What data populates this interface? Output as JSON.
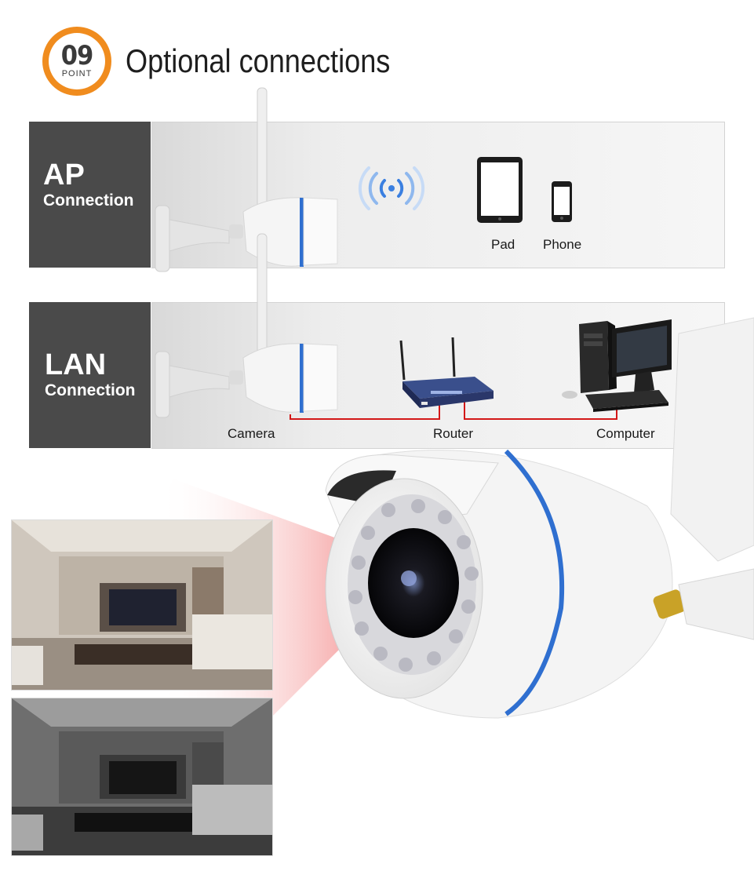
{
  "header": {
    "badge_number": "09",
    "badge_word": "POINT",
    "title": "Optional connections"
  },
  "ap": {
    "title": "AP",
    "subtitle": "Connection",
    "devices": [
      "Pad",
      "Phone"
    ]
  },
  "lan": {
    "title": "LAN",
    "subtitle": "Connection",
    "devices": [
      "Camera",
      "Router",
      "Computer"
    ]
  },
  "icons": [
    "wifi-signal-icon",
    "tablet-icon",
    "phone-icon",
    "router-icon",
    "computer-icon",
    "camera-icon"
  ],
  "colors": {
    "badge_orange": "#f08c1e",
    "label_dark": "#4a4a4a",
    "camera_ring_blue": "#2f6fd0",
    "wifi_blue": "#3a7fe0",
    "lan_cable_red": "#d31818"
  }
}
